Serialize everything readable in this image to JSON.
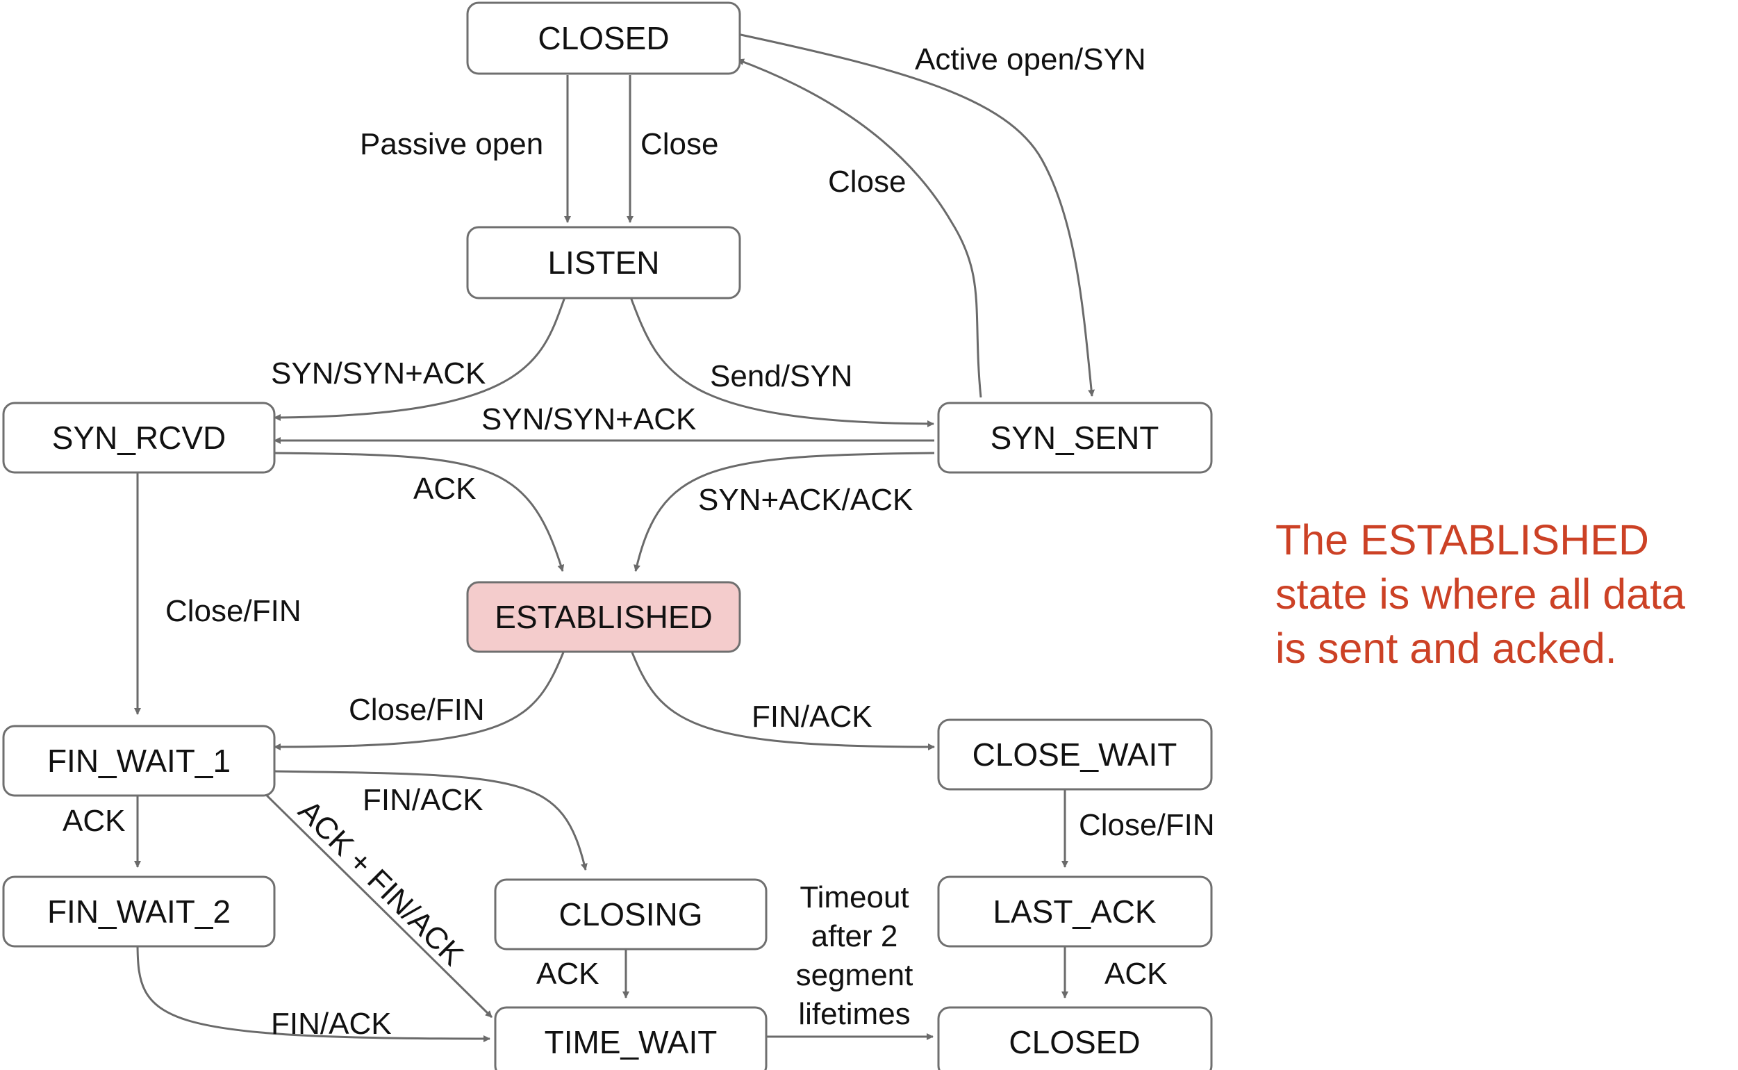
{
  "colors": {
    "highlight_fill": "#f4cccc",
    "stroke": "#6a6a6a",
    "note_color": "#cc4125"
  },
  "states": {
    "closed_top": "CLOSED",
    "listen": "LISTEN",
    "syn_rcvd": "SYN_RCVD",
    "syn_sent": "SYN_SENT",
    "established": "ESTABLISHED",
    "fin_wait_1": "FIN_WAIT_1",
    "close_wait": "CLOSE_WAIT",
    "fin_wait_2": "FIN_WAIT_2",
    "closing": "CLOSING",
    "last_ack": "LAST_ACK",
    "time_wait": "TIME_WAIT",
    "closed_bottom": "CLOSED"
  },
  "transitions": {
    "active_open": "Active open/SYN",
    "passive_open": "Passive open",
    "close_closed_listen": "Close",
    "close_synsent_closed": "Close",
    "listen_synrcvd": "SYN/SYN+ACK",
    "listen_synsent": "Send/SYN",
    "synsent_synrcvd": "SYN/SYN+ACK",
    "synrcvd_established": "ACK",
    "synsent_established": "SYN+ACK/ACK",
    "synrcvd_finwait1": "Close/FIN",
    "established_finwait1": "Close/FIN",
    "established_closewait": "FIN/ACK",
    "finwait1_closing": "FIN/ACK",
    "finwait1_finwait2": "ACK",
    "finwait1_timewait": "ACK + FIN/ACK",
    "closewait_lastack": "Close/FIN",
    "closing_timewait": "ACK",
    "finwait2_timewait": "FIN/ACK",
    "lastack_closed": "ACK",
    "timeout_line1": "Timeout",
    "timeout_line2": "after 2",
    "timeout_line3": "segment",
    "timeout_line4": "lifetimes"
  },
  "note": {
    "text": "The ESTABLISHED state is where all data is sent and acked."
  }
}
